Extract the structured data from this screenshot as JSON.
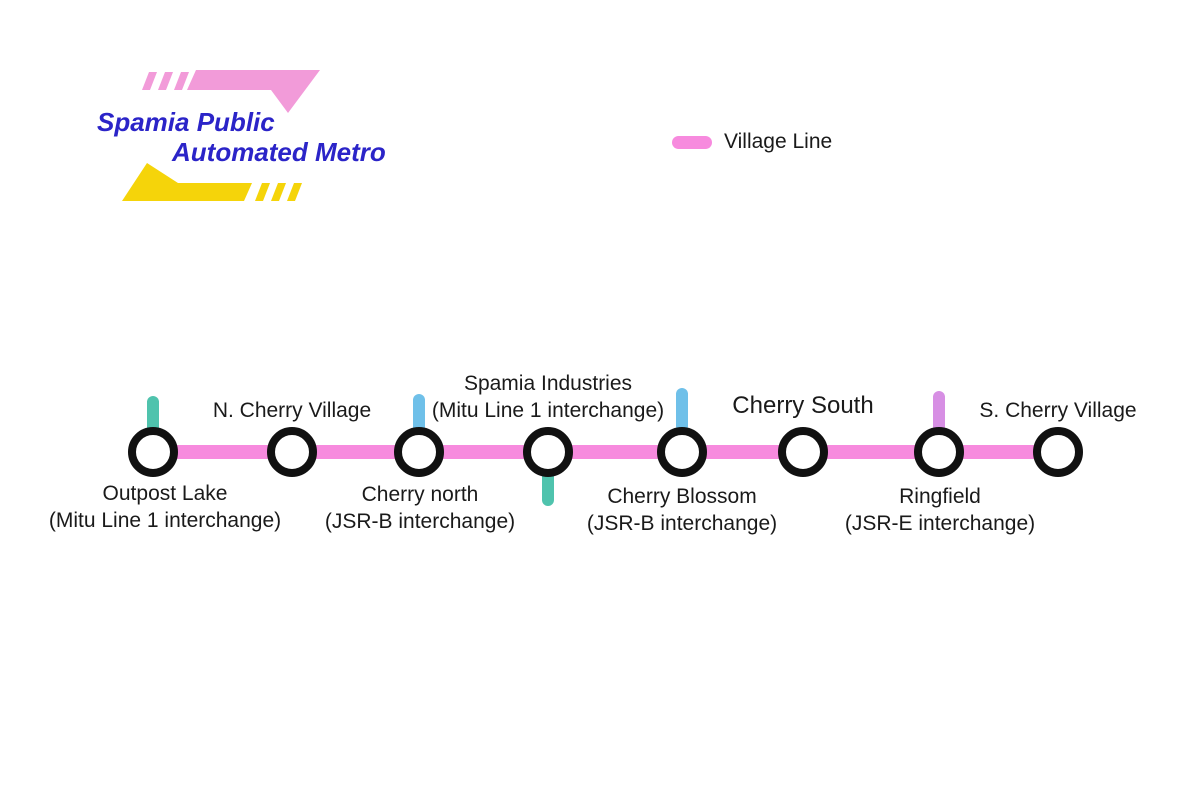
{
  "page_title": "Spamia Public Automated Metro — Village Line map",
  "logo": {
    "line1": "Spamia Public",
    "line2": "Automated Metro",
    "pink": "#F29BD9",
    "yellow": "#F5D40A",
    "text_blue": "#2B24C8"
  },
  "legend": {
    "items": [
      {
        "label": "Village Line",
        "color": "#F78ADE"
      }
    ]
  },
  "line": {
    "name": "Village Line",
    "color": "#F78ADE"
  },
  "stations": [
    {
      "name": "Outpost Lake",
      "subtitle": "(Mitu Line 1 interchange)",
      "label_position": "below",
      "tick_color": "#4FC3AD",
      "tick_direction": "up"
    },
    {
      "name": "N. Cherry Village",
      "subtitle": "",
      "label_position": "above",
      "tick_color": "",
      "tick_direction": ""
    },
    {
      "name": "Cherry north",
      "subtitle": "(JSR-B interchange)",
      "label_position": "below",
      "tick_color": "#6FC0E9",
      "tick_direction": "up"
    },
    {
      "name": "Spamia Industries",
      "subtitle": "(Mitu Line 1 interchange)",
      "label_position": "above",
      "tick_color": "#4FC3AD",
      "tick_direction": "down"
    },
    {
      "name": "Cherry Blossom",
      "subtitle": "(JSR-B interchange)",
      "label_position": "below",
      "tick_color": "#6FC0E9",
      "tick_direction": "up"
    },
    {
      "name": "Cherry South",
      "subtitle": "",
      "label_position": "above",
      "tick_color": "",
      "tick_direction": ""
    },
    {
      "name": "Ringfield",
      "subtitle": "(JSR-E interchange)",
      "label_position": "below",
      "tick_color": "#D78FE4",
      "tick_direction": "up"
    },
    {
      "name": "S. Cherry Village",
      "subtitle": "",
      "label_position": "above",
      "tick_color": "",
      "tick_direction": ""
    }
  ]
}
